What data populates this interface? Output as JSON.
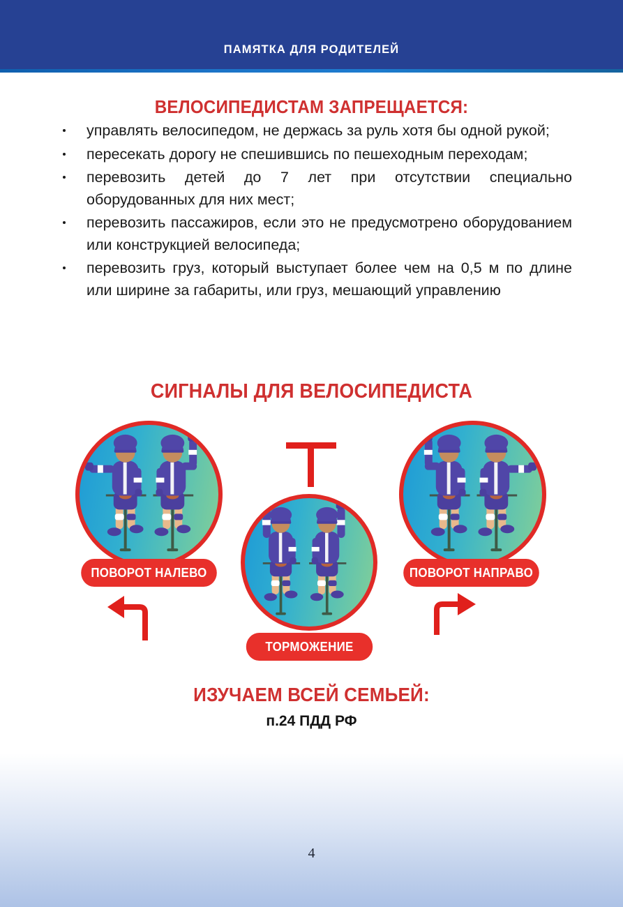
{
  "header": {
    "title": "ПАМЯТКА ДЛЯ РОДИТЕЛЕЙ",
    "band_color": "#264193",
    "stripe_color": "#1c74c8"
  },
  "prohibitions": {
    "heading": "ВЕЛОСИПЕДИСТАМ ЗАПРЕЩАЕТСЯ:",
    "heading_color": "#cf3030",
    "items": [
      "управлять велосипедом, не держась за руль хотя бы одной рукой;",
      "пересекать дорогу не спешившись по пешеходным переходам;",
      "перевозить детей до 7 лет при отсутствии специально оборудованных для них мест;",
      "перевозить пассажиров, если это не предусмотрено оборудованием или конструкцией велосипеда;",
      "перевозить груз, который выступает более чем на 0,5 м по длине или ширине за габариты, или груз, мешающий управлению"
    ]
  },
  "signals": {
    "heading": "СИГНАЛЫ ДЛЯ ВЕЛОСИПЕДИСТА",
    "badge_color": "#e8302b",
    "circle_border_color": "#e02a26",
    "items": [
      {
        "label": "ПОВОРОТ НАЛЕВО",
        "icon": "arrow-left-turn-icon"
      },
      {
        "label": "ТОРМОЖЕНИЕ",
        "icon": "brake-t-symbol-icon"
      },
      {
        "label": "ПОВОРОТ НАПРАВО",
        "icon": "arrow-right-turn-icon"
      }
    ]
  },
  "footer": {
    "family_heading": "ИЗУЧАЕМ ВСЕЙ СЕМЬЕЙ:",
    "reference": "п.24 ПДД РФ",
    "page_number": "4"
  }
}
